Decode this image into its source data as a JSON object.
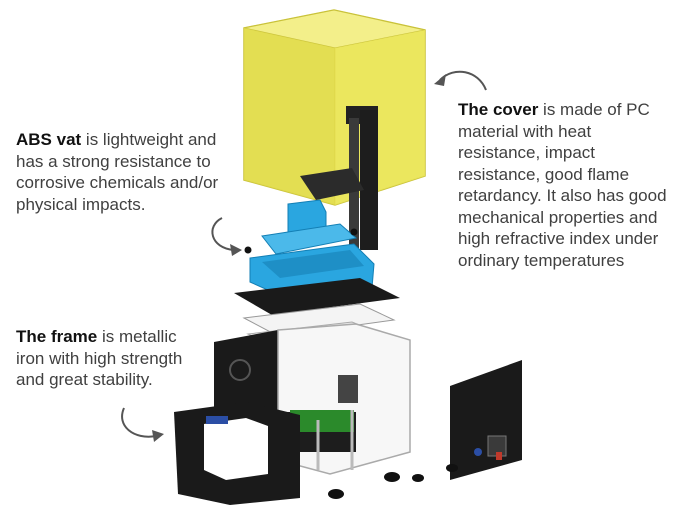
{
  "callouts": {
    "cover": {
      "bold": "The cover",
      "text": " is made of PC material with heat resistance, impact resistance, good flame retardancy. It also has good mechanical properties and high refractive index under ordinary temperatures"
    },
    "vat": {
      "bold": "ABS vat",
      "text": " is lightweight and has a strong resistance to corrosive chemicals and/or physical impacts."
    },
    "frame": {
      "bold": "The frame",
      "text": " is metallic iron with high strength and great stability."
    }
  },
  "colors": {
    "cover_yellow": "#e9e64a",
    "vat_blue": "#2aa6e0",
    "frame_black": "#1a1a1a",
    "arrow_gray": "#555555"
  }
}
